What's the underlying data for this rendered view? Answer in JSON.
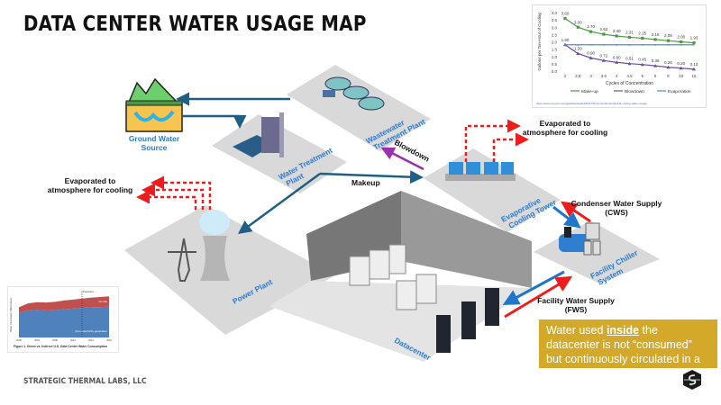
{
  "page": {
    "title": "DATA CENTER WATER USAGE MAP",
    "footer": "STRATEGIC THERMAL LABS, LLC",
    "callout": {
      "pre": "Water used ",
      "emph": "inside",
      "post": " the datacenter is not “consumed” but continuously circulated in a closed loop"
    }
  },
  "diagram": {
    "nodes": {
      "ground_water": [
        "Ground Water",
        "Source"
      ],
      "water_treatment": [
        "Water Treatment",
        "Plant"
      ],
      "wastewater": [
        "Wastewater",
        "Treatment Plant"
      ],
      "power_plant": "Power Plant",
      "cooling_tower": [
        "Evaporative",
        "Cooling Tower"
      ],
      "chiller": [
        "Facility Chiller",
        "System"
      ],
      "datacenter": "Datacenter"
    },
    "flows": {
      "makeup": "Makeup",
      "blowdown": "Blowdown",
      "evap_tower": [
        "Evaporated to",
        "atmosphere for cooling"
      ],
      "evap_power": [
        "Evaporated to",
        "atmosphere for cooling"
      ],
      "cws": [
        "Condenser Water Supply",
        "(CWS)"
      ],
      "fws": [
        "Facility Water Supply",
        "(FWS)"
      ]
    },
    "colors": {
      "pipe": "#1f5f85",
      "hot": "#ee1c1c",
      "cold": "#1f77c9",
      "blowdown": "#9b2fae",
      "platform": "#d9d9d9",
      "node_label": "#2b7bd0",
      "callout": "#d4a92a"
    }
  },
  "chart_data": [
    {
      "type": "line",
      "title": "",
      "xlabel": "Cycles of Concentration",
      "ylabel": "Gallons per Ton-Hour of Cooling",
      "ylim": [
        0,
        4
      ],
      "yticks": [
        "0.0",
        "0.5",
        "1.0",
        "1.5",
        "2.0",
        "2.5",
        "3.0",
        "3.5",
        "4.0"
      ],
      "categories": [
        "2",
        "2.5",
        "3",
        "3.5",
        "4",
        "4.5",
        "5",
        "6",
        "8",
        "10",
        "15"
      ],
      "series": [
        {
          "name": "Make-up",
          "color": "#4c9a3f",
          "marker": "square",
          "values": [
            3.6,
            3.0,
            2.7,
            2.52,
            2.4,
            2.31,
            2.25,
            2.16,
            2.08,
            2.0,
            1.93
          ],
          "labels": [
            "3.60",
            "3.00",
            "2.70",
            "2.52",
            "2.40",
            "2.31",
            "2.25",
            "2.16",
            "2.08",
            "2.00",
            "1.93"
          ]
        },
        {
          "name": "Blowdown",
          "color": "#6a4c9c",
          "marker": "triangle",
          "values": [
            1.8,
            1.2,
            0.9,
            0.72,
            0.6,
            0.51,
            0.45,
            0.36,
            0.26,
            0.2,
            0.13
          ],
          "labels": [
            "1.80",
            "1.20",
            "0.90",
            "0.72",
            "0.60",
            "0.51",
            "0.45",
            "0.36",
            "0.26",
            "0.20",
            "0.13"
          ]
        },
        {
          "name": "Evaporation",
          "color": "#4a90c8",
          "marker": "x",
          "values": [
            1.8,
            1.8,
            1.8,
            1.8,
            1.8,
            1.8,
            1.8,
            1.8,
            1.8,
            1.8,
            1.8
          ]
        }
      ],
      "legend": "bottom",
      "source": "https://www.wsp.pb.com/globalassets/pdf/2017/Documents/mechanical-cooling-water-usage/"
    },
    {
      "type": "area",
      "title": "Figure 1.  Direct vs. Indirect U.S. Data Center Water Consumption",
      "ylabel": "Water consumption (billion liters)",
      "x": [
        2000,
        2002,
        2004,
        2006,
        2008,
        2010,
        2012,
        2014,
        2016,
        2018,
        2020
      ],
      "xticks": [
        "2000",
        "2002",
        "2004",
        "2006",
        "2008",
        "2010",
        "2012",
        "2014",
        "2016",
        "2018",
        "2020"
      ],
      "ylim": [
        0,
        700
      ],
      "series": [
        {
          "name": "From electricity generation",
          "color": "#4f81bd",
          "values": [
            380,
            420,
            430,
            420,
            425,
            440,
            450,
            460,
            470,
            475,
            480
          ]
        },
        {
          "name": "On-site",
          "color": "#c0504d",
          "values": [
            90,
            110,
            120,
            125,
            130,
            135,
            140,
            145,
            150,
            155,
            160
          ]
        }
      ],
      "annotation": "Forecast →",
      "annotation_x": 2014
    }
  ]
}
